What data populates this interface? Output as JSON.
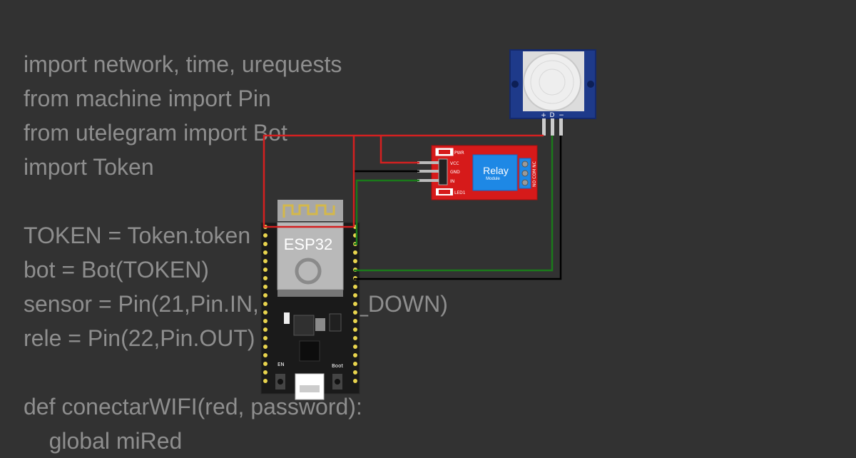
{
  "code_lines": [
    "import network, time, urequests",
    "from machine import Pin",
    "from utelegram import Bot",
    "import Token",
    "",
    "TOKEN = Token.token",
    "bot = Bot(TOKEN)",
    "sensor = Pin(21,Pin.IN,Pin.PULL_DOWN)",
    "rele = Pin(22,Pin.OUT)",
    "",
    "def conectarWIFI(red, password):",
    "    global miRed"
  ],
  "esp32": {
    "label": "ESP32",
    "boot_label": "Boot",
    "en_label": "EN"
  },
  "relay": {
    "title": "Relay",
    "subtitle": "Module",
    "pins": [
      "VCC",
      "GND",
      "IN"
    ],
    "pwr_label": "PWR",
    "led_label": "LED1",
    "terminal_labels": [
      "NO",
      "COM",
      "NC"
    ]
  },
  "pir": {
    "pins": [
      "+",
      "D",
      "−"
    ]
  },
  "colors": {
    "background": "#323232",
    "code_text": "#8e8e8e",
    "wire_power": "#d42020",
    "wire_ground": "#000000",
    "wire_signal": "#1a7a1a",
    "relay_board": "#d61a1a",
    "relay_body": "#1e88e5",
    "pir_board": "#1e3a8a",
    "esp32_board": "#1a1a1a",
    "esp32_pins": "#e8d44d"
  }
}
